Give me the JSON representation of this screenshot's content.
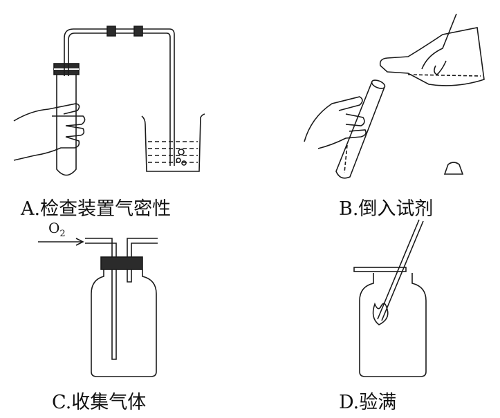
{
  "panels": {
    "a": {
      "label": "A.检查装置气密性"
    },
    "b": {
      "label": "B.倒入试剂"
    },
    "c": {
      "label": "C.收集气体",
      "gas_main": "O",
      "gas_sub": "2"
    },
    "d": {
      "label": "D.验满"
    }
  },
  "colors": {
    "ink": "#1a1a1a",
    "stopper": "#2b2b2b"
  }
}
